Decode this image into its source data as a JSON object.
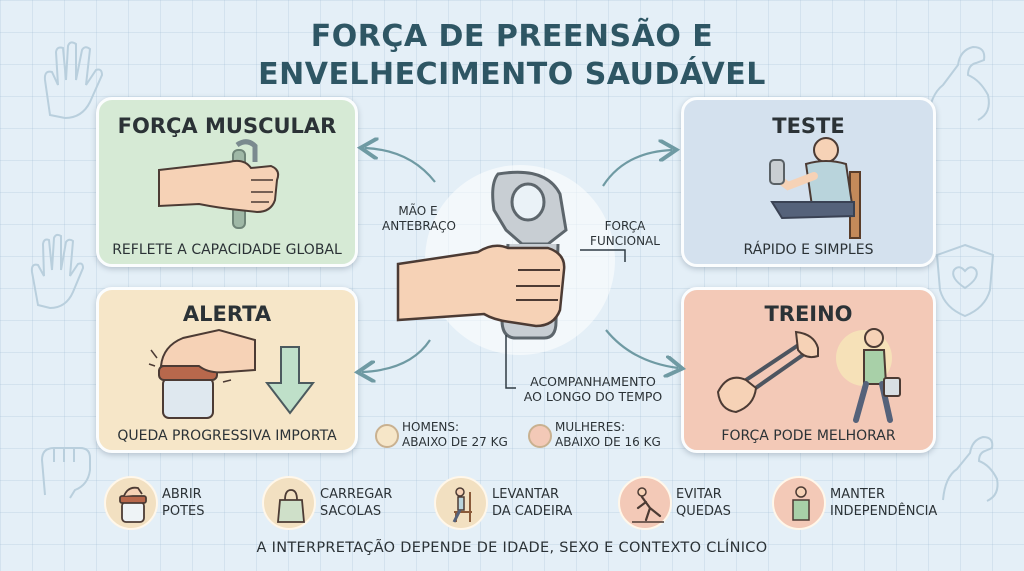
{
  "title": {
    "line1": "FORÇA DE PREENSÃO E",
    "line2": "ENVELHECIMENTO SAUDÁVEL"
  },
  "cards": {
    "forca": {
      "heading": "FORÇA MUSCULAR",
      "caption": "REFLETE A CAPACIDADE GLOBAL"
    },
    "alerta": {
      "heading": "ALERTA",
      "caption": "QUEDA PROGRESSIVA IMPORTA"
    },
    "teste": {
      "heading": "TESTE",
      "caption": "RÁPIDO E SIMPLES"
    },
    "treino": {
      "heading": "TREINO",
      "caption": "FORÇA PODE MELHORAR"
    }
  },
  "center": {
    "label_left": {
      "line1": "MÃO E",
      "line2": "ANTEBRAÇO"
    },
    "label_right": {
      "line1": "FORÇA",
      "line2": "FUNCIONAL"
    },
    "label_bottom": {
      "line1": "ACOMPANHAMENTO",
      "line2": "AO LONGO DO TEMPO"
    }
  },
  "legend": {
    "men": {
      "line1": "HOMENS:",
      "line2": "ABAIXO DE 27 KG",
      "color": "#f6e6c8"
    },
    "women": {
      "line1": "MULHERES:",
      "line2": "ABAIXO DE 16 KG",
      "color": "#f3c9b7"
    }
  },
  "benefits": [
    {
      "line1": "ABRIR",
      "line2": "POTES",
      "icon": "jar-icon"
    },
    {
      "line1": "CARREGAR",
      "line2": "SACOLAS",
      "icon": "bag-icon"
    },
    {
      "line1": "LEVANTAR",
      "line2": "DA CADEIRA",
      "icon": "chair-person-icon"
    },
    {
      "line1": "EVITAR",
      "line2": "QUEDAS",
      "icon": "fall-icon"
    },
    {
      "line1": "MANTER",
      "line2": "INDEPENDÊNCIA",
      "icon": "person-icon"
    }
  ],
  "footer": "A INTERPRETAÇÃO DEPENDE DE IDADE, SEXO E CONTEXTO CLÍNICO",
  "colors": {
    "background": "#e4eff7",
    "title": "#2e5664",
    "card_green": "#d6ead5",
    "card_yellow": "#f6e6c8",
    "card_blue": "#d4e1ee",
    "card_salmon": "#f3c9b7",
    "arrow": "#6f9aa3"
  }
}
